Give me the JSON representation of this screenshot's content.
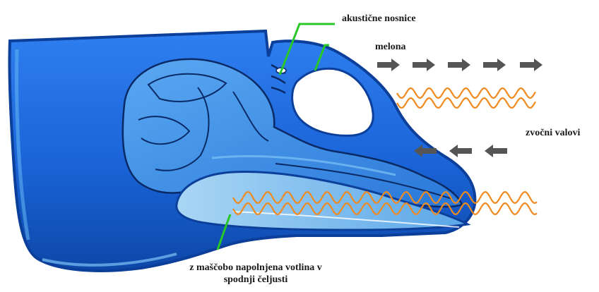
{
  "labels": {
    "acoustic_nostrils": "akustične nosnice",
    "melon": "melona",
    "sound_waves": "zvočni valovi",
    "fat_cavity_line1": "z maščobo napolnjena votlina v",
    "fat_cavity_line2": "spodnji čeljusti"
  },
  "colors": {
    "head_fill": "#1a64d8",
    "head_dark": "#0b3f9a",
    "head_light": "#5fb0f0",
    "skull_fill": "#3d8ee6",
    "skull_line": "#0a2a66",
    "melon_fill": "#ffffff",
    "cavity_fill": "#8fc7ee",
    "pointer_line": "#28c828",
    "wave": "#f08a1e",
    "arrow": "#555555"
  },
  "icons": {
    "outgoing_arrows": "arrow-right-icon",
    "incoming_arrows": "arrow-left-icon"
  }
}
